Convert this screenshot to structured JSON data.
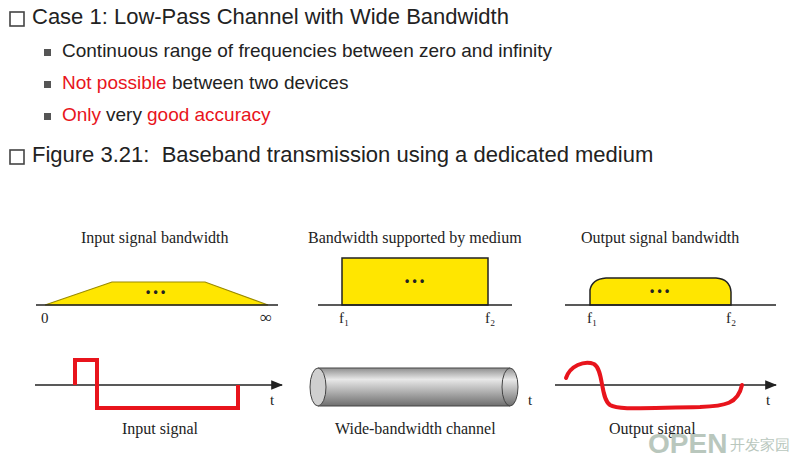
{
  "diagram": {
    "title": "Case 1: Low-Pass Channel with Wide Bandwidth",
    "labels": [
      "Continuous range of frequencies between zero and infinity",
      "Not possible",
      "between two devices",
      "Only",
      "very",
      "good accuracy",
      "Figure 3.21:  Baseband transmission using a dedicated medium",
      "Input signal bandwidth",
      "Bandwidth supported by medium",
      "Output signal bandwidth",
      "0",
      "∞",
      "f₁",
      "f₂",
      "f₁",
      "f₂",
      "• • •",
      "• • •",
      "• • •",
      "t",
      "t",
      "t",
      "Input signal",
      "Wide-bandwidth channel",
      "Output signal",
      "OPEN",
      "开发家园"
    ]
  }
}
